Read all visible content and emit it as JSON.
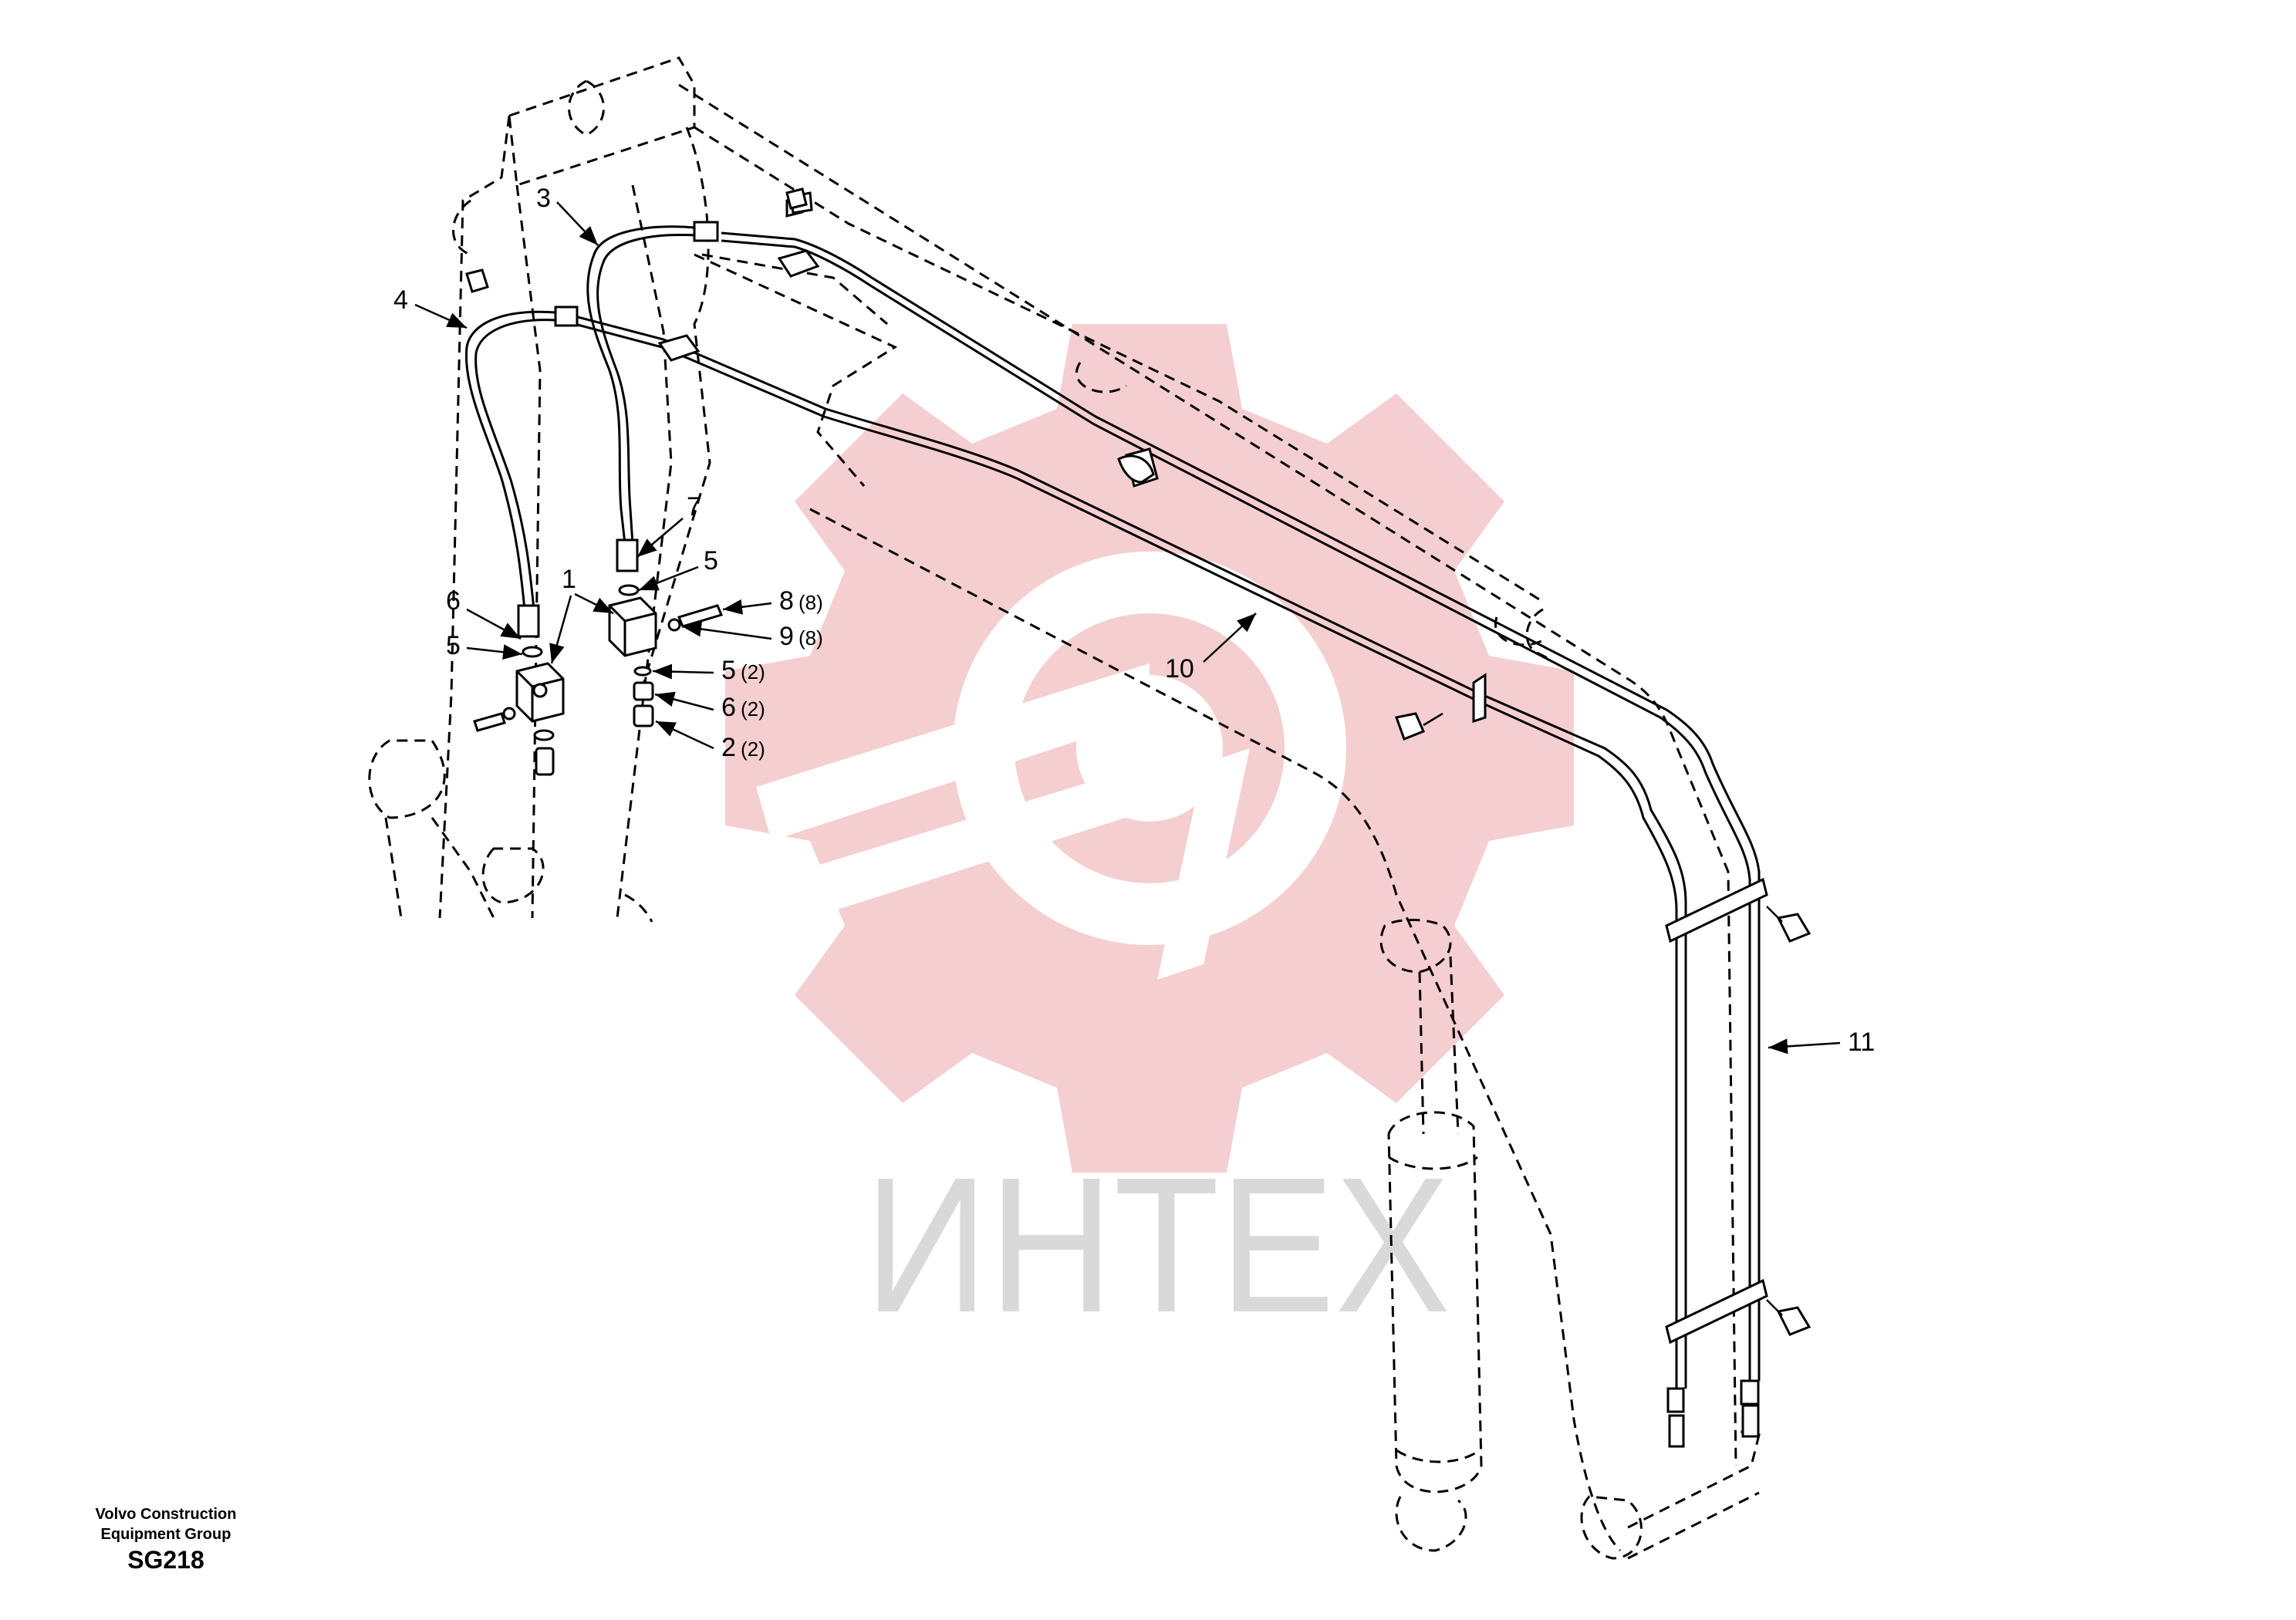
{
  "footer": {
    "manufacturer_line1": "Volvo Construction",
    "manufacturer_line2": "Equipment Group",
    "drawing_code": "SG218"
  },
  "watermark": {
    "text": "ИНТЕХ",
    "gear_color": "#f4c9cc",
    "text_color": "#d9d9d9"
  },
  "callouts": [
    {
      "id": "c1",
      "label": "1",
      "qty": ""
    },
    {
      "id": "c2",
      "label": "2",
      "qty": "(2)"
    },
    {
      "id": "c3",
      "label": "3",
      "qty": ""
    },
    {
      "id": "c4",
      "label": "4",
      "qty": ""
    },
    {
      "id": "c5a",
      "label": "5",
      "qty": ""
    },
    {
      "id": "c5b",
      "label": "5",
      "qty": ""
    },
    {
      "id": "c5c",
      "label": "5",
      "qty": "(2)"
    },
    {
      "id": "c6a",
      "label": "6",
      "qty": ""
    },
    {
      "id": "c6b",
      "label": "6",
      "qty": "(2)"
    },
    {
      "id": "c7",
      "label": "7",
      "qty": ""
    },
    {
      "id": "c8",
      "label": "8",
      "qty": "(8)"
    },
    {
      "id": "c9",
      "label": "9",
      "qty": "(8)"
    },
    {
      "id": "c10",
      "label": "10",
      "qty": ""
    },
    {
      "id": "c11",
      "label": "11",
      "qty": ""
    }
  ]
}
